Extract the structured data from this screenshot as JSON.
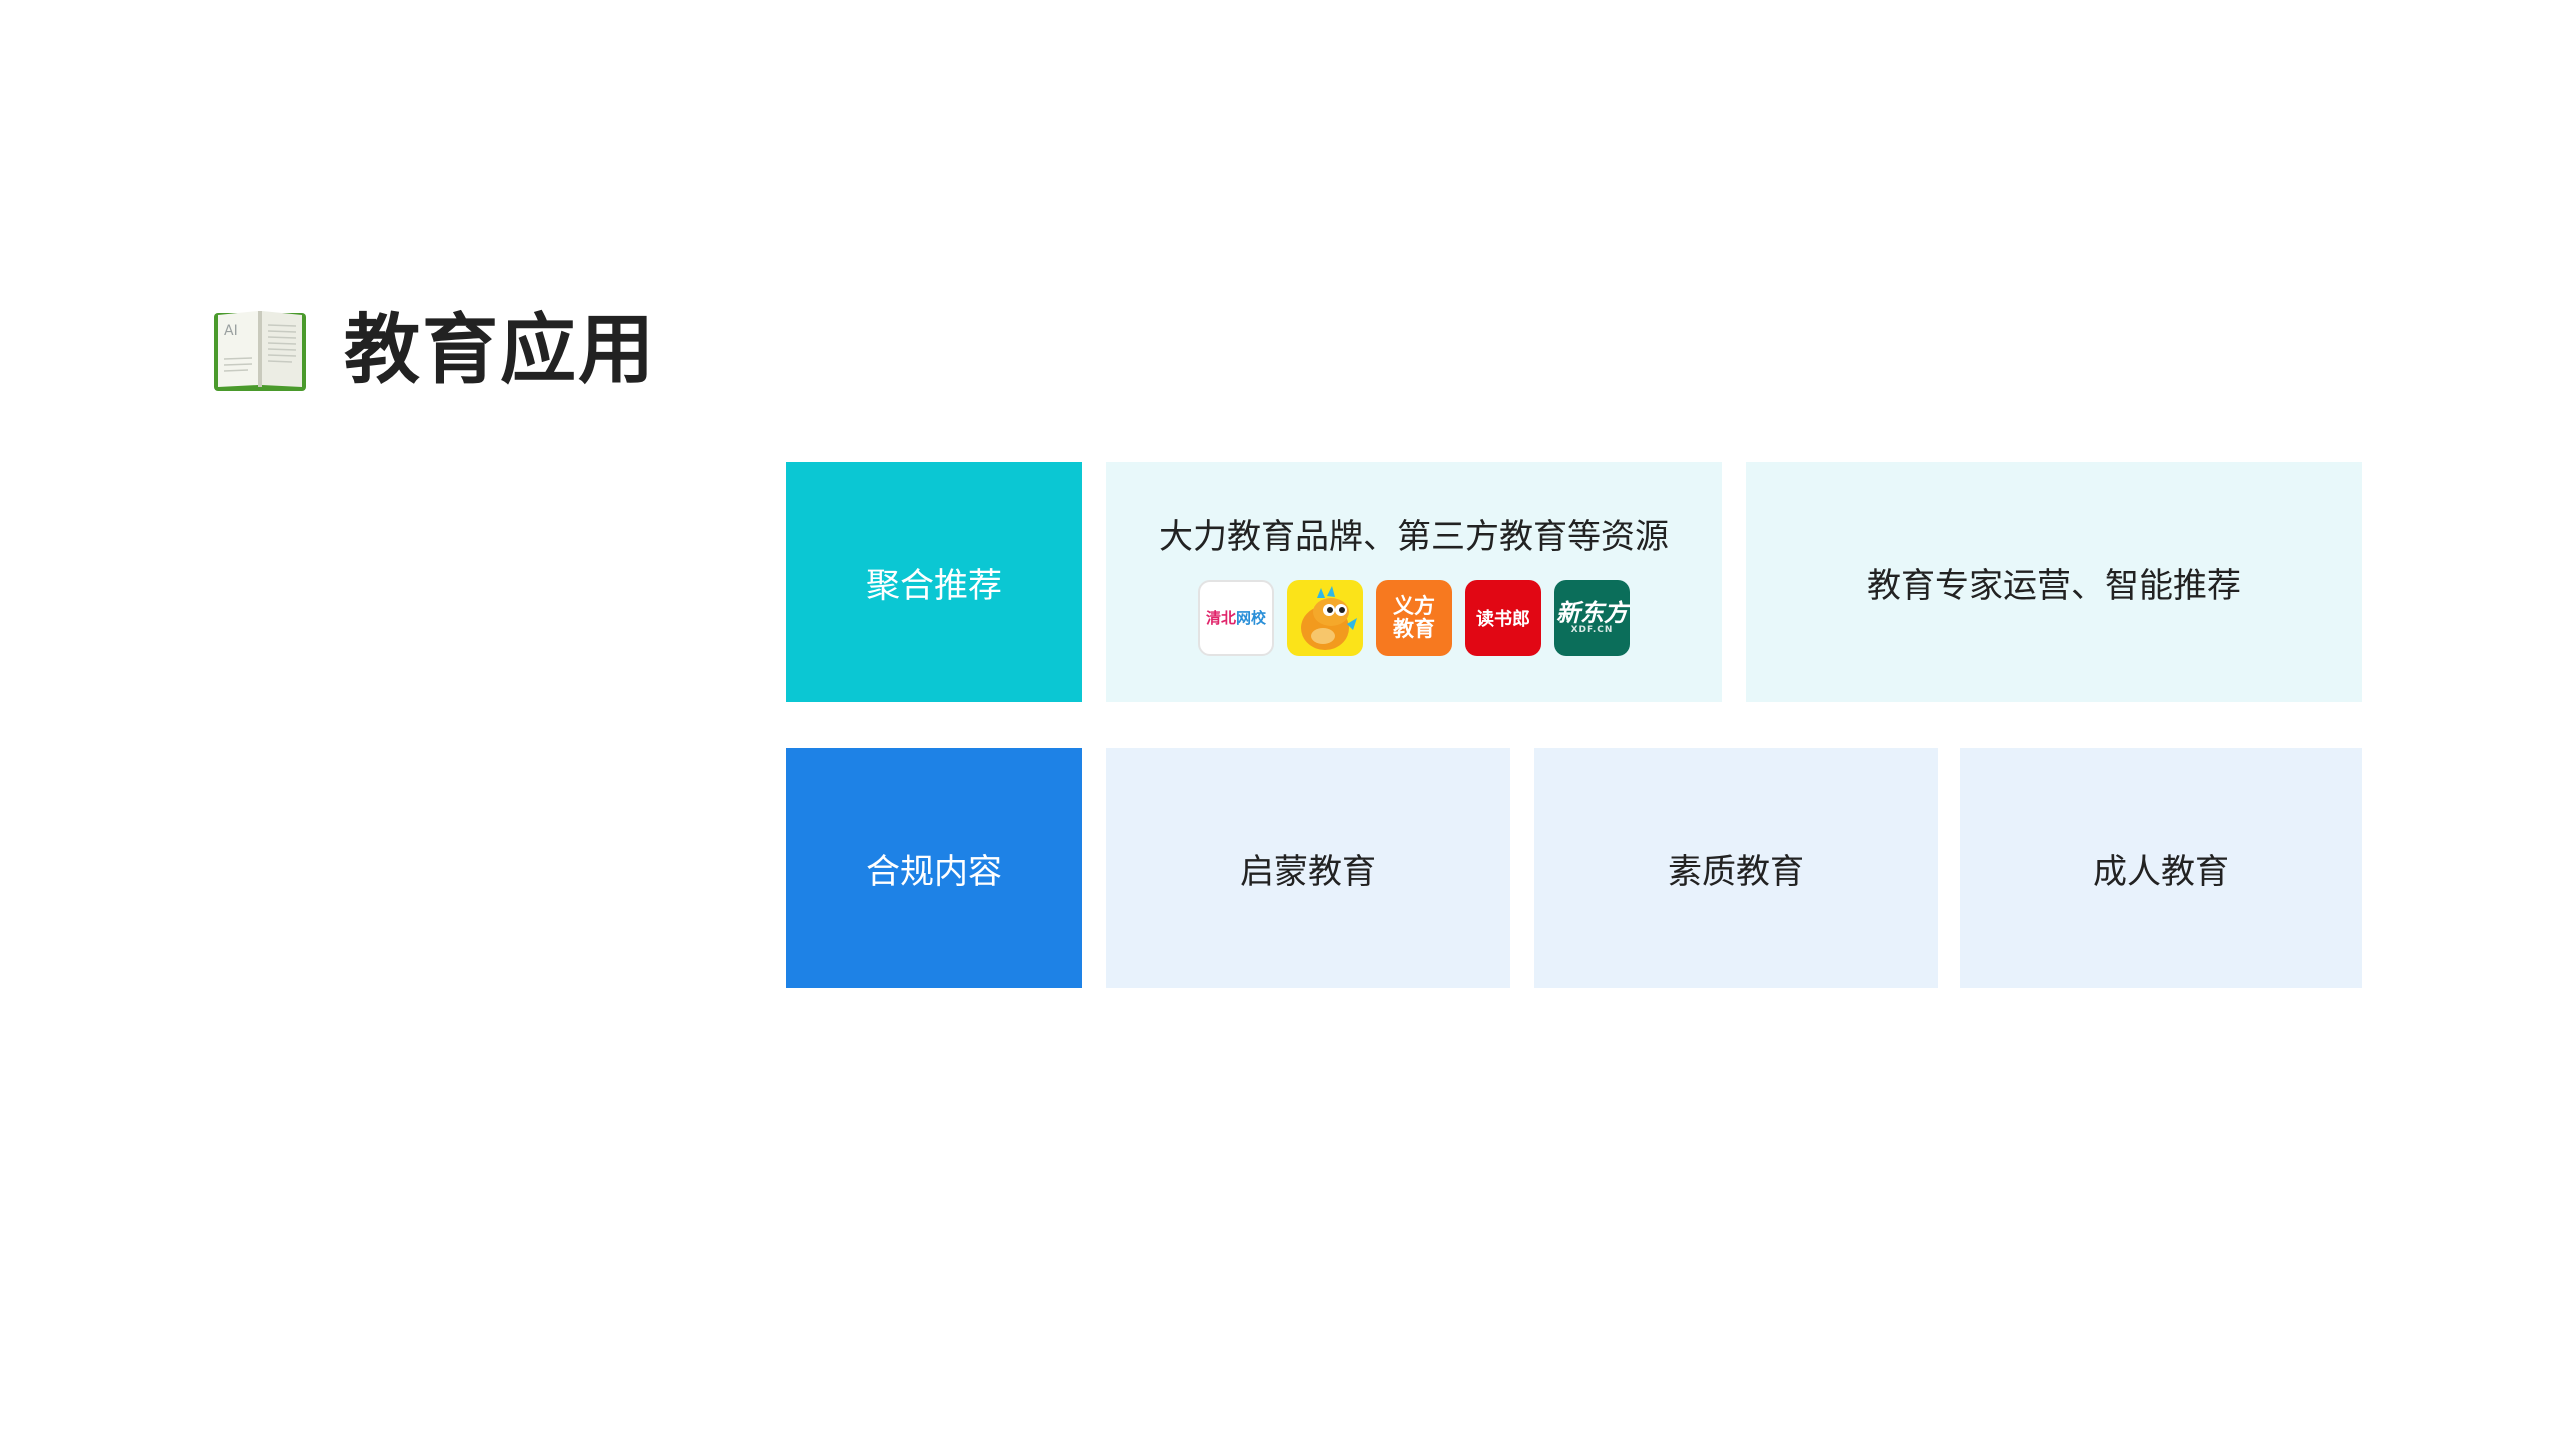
{
  "header": {
    "title": "教育应用",
    "icon": "open-book-icon"
  },
  "rows": [
    {
      "label": "聚合推荐",
      "label_color": "#0bc7d3",
      "cells": [
        {
          "text": "大力教育品牌、第三方教育等资源",
          "logos": [
            {
              "name": "qingbei-logo",
              "text_a": "清北",
              "text_b": "网校"
            },
            {
              "name": "dino-mascot-logo"
            },
            {
              "name": "yifang-logo",
              "line1": "义方",
              "line2": "教育"
            },
            {
              "name": "dushulang-logo",
              "text": "读书郎"
            },
            {
              "name": "xindongfang-logo",
              "text": "新东方",
              "sub": "XDF.CN"
            }
          ]
        },
        {
          "text": "教育专家运营、智能推荐"
        }
      ]
    },
    {
      "label": "合规内容",
      "label_color": "#1e82e6",
      "cells": [
        {
          "text": "启蒙教育"
        },
        {
          "text": "素质教育"
        },
        {
          "text": "成人教育"
        }
      ]
    }
  ]
}
